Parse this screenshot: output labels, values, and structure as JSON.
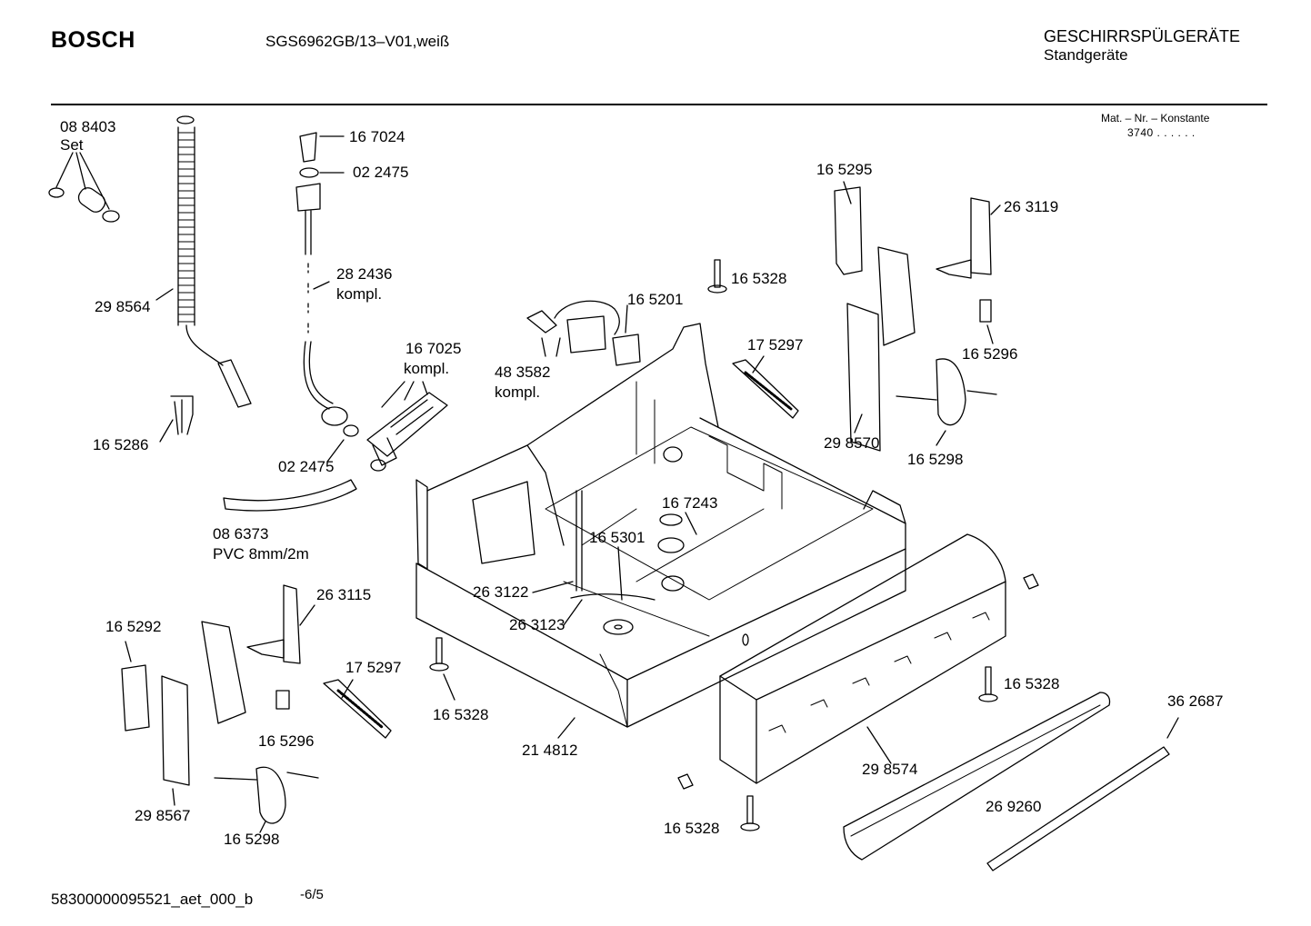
{
  "header": {
    "brand": "BOSCH",
    "model": "SGS6962GB/13–V01,weiß",
    "category": "GESCHIRRSPÜLGERÄTE",
    "subcategory": "Standgeräte",
    "mat_label": "Mat. – Nr. – Konstante",
    "mat_value": "3740 . . . . . ."
  },
  "labels": {
    "p088403": "08 8403",
    "p088403b": "Set",
    "p298564": "29 8564",
    "p165286": "16 5286",
    "p167024": "16 7024",
    "p022475a": "02 2475",
    "p282436": "28 2436",
    "p282436b": "kompl.",
    "p167025": "16 7025",
    "p167025b": "kompl.",
    "p022475b": "02 2475",
    "p086373": "08 6373",
    "p086373b": "PVC 8mm/2m",
    "p165201": "16 5201",
    "p483582": "48 3582",
    "p483582b": "kompl.",
    "p165328a": "16 5328",
    "p175297a": "17 5297",
    "p165295": "16 5295",
    "p263119": "26 3119",
    "p165296a": "16 5296",
    "p298570": "29 8570",
    "p165298a": "16 5298",
    "p167243": "16 7243",
    "p165301": "16 5301",
    "p263122": "26 3122",
    "p263123": "26 3123",
    "p263115": "26 3115",
    "p165292": "16 5292",
    "p175297b": "17 5297",
    "p165296b": "16 5296",
    "p298567": "29 8567",
    "p165298b": "16 5298",
    "p165328b": "16 5328",
    "p214812": "21 4812",
    "p165328c": "16 5328",
    "p298574": "29 8574",
    "p362687": "36 2687",
    "p269260": "26 9260",
    "p165328d": "16 5328"
  },
  "footer": {
    "doc_id": "58300000095521_aet_000_b",
    "page": "-6/5"
  }
}
